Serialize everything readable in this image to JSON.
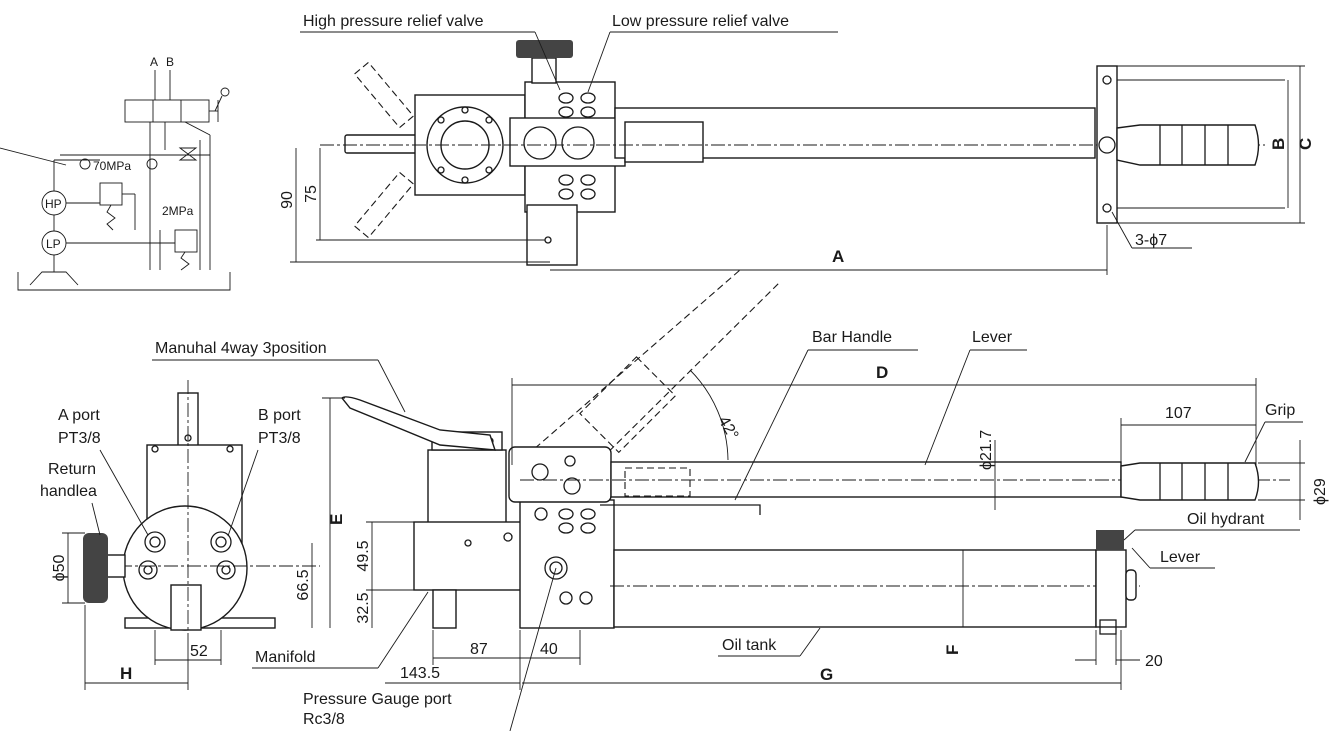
{
  "callouts": {
    "high_pressure_relief_valve": "High pressure relief valve",
    "low_pressure_relief_valve": "Low pressure relief valve",
    "manual_4way": "Manuhal 4way 3position",
    "bar_handle": "Bar Handle",
    "lever_top": "Lever",
    "grip": "Grip",
    "oil_hydrant": "Oil hydrant",
    "lever_side": "Lever",
    "oil_tank": "Oil tank",
    "manifold": "Manifold",
    "pressure_gauge_port_1": "Pressure Gauge port",
    "pressure_gauge_port_2": "Rc3/8",
    "a_port_1": "A port",
    "a_port_2": "PT3/8",
    "b_port_1": "B port",
    "b_port_2": "PT3/8",
    "return_handle_1": "Return",
    "return_handle_2": "handlea"
  },
  "dimensions": {
    "A": "A",
    "B": "B",
    "C": "C",
    "D": "D",
    "E": "E",
    "F": "F",
    "G": "G",
    "H": "H",
    "d90": "90",
    "d75": "75",
    "holes": "3-ϕ7",
    "angle": "42°",
    "d107": "107",
    "phi21_7": "ϕ21.7",
    "phi29": "ϕ29",
    "d20": "20",
    "d49_5": "49.5",
    "d32_5": "32.5",
    "d66_5": "66.5",
    "phi50": "ϕ50",
    "d52": "52",
    "d87": "87",
    "d40": "40",
    "d143_5": "143.5"
  },
  "schematic": {
    "port_a": "A",
    "port_b": "B",
    "p70": "70MPa",
    "p2": "2MPa",
    "hp": "HP",
    "lp": "LP"
  }
}
